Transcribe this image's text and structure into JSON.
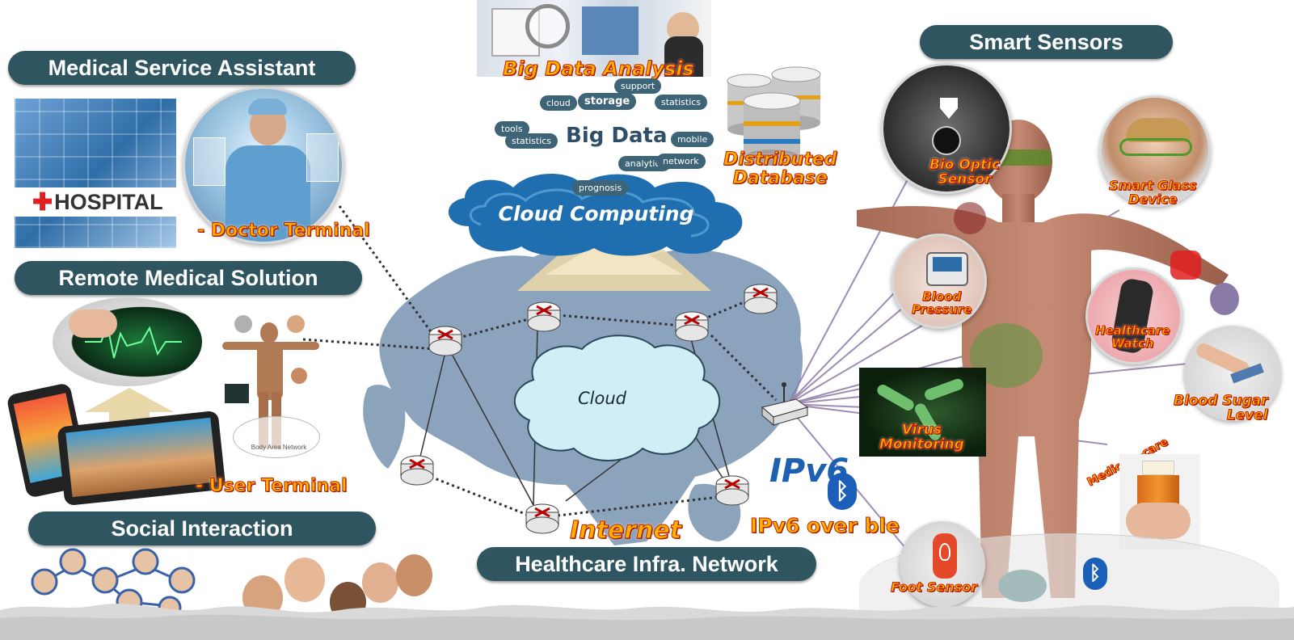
{
  "headers": {
    "medical_service": "Medical Service Assistant",
    "remote_medical": "Remote Medical Solution",
    "social": "Social Interaction",
    "smart_sensors": "Smart Sensors",
    "healthcare_network": "Healthcare Infra. Network"
  },
  "labels": {
    "big_data_analysis": "Big Data Analysis",
    "big_data": "Big Data",
    "distributed_database": "Distributed\nDatabase",
    "cloud_computing": "Cloud Computing",
    "cloud": "Cloud",
    "internet": "Internet",
    "ipv6_logo": "IPv6",
    "ipv6_over_ble": "IPv6 over ble",
    "doctor_terminal": "- Doctor Terminal",
    "user_terminal": "- User Terminal",
    "hospital": "HOSPITAL",
    "body_area_network": "Body Area Network"
  },
  "big_data_tags": [
    "cloud",
    "storage",
    "support",
    "statistics",
    "tools",
    "analytics",
    "mobile",
    "network",
    "prognosis",
    "statistics"
  ],
  "sensors": {
    "bio_optic": "Bio Optic\nSensor",
    "smart_glass": "Smart Glass\nDevice",
    "blood_pressure": "Blood\nPressure",
    "healthcare_watch": "Healthcare\nWatch",
    "blood_sugar": "Blood Sugar\nLevel",
    "virus_monitoring": "Virus\nMonitoring",
    "medicine_care": "Medicine-care",
    "foot_sensor": "Foot Sensor"
  },
  "icons": {
    "bluetooth": "bluetooth-icon",
    "router": "router-icon",
    "hospital_cross": "cross-icon"
  },
  "colors": {
    "header_bg": "#2f5560",
    "label_orange": "#ffb000",
    "label_outline": "#c81e00",
    "cloud_blue": "#1f6fb0",
    "cloud_light": "#cfeef6",
    "map_blue": "#6e8fae"
  }
}
